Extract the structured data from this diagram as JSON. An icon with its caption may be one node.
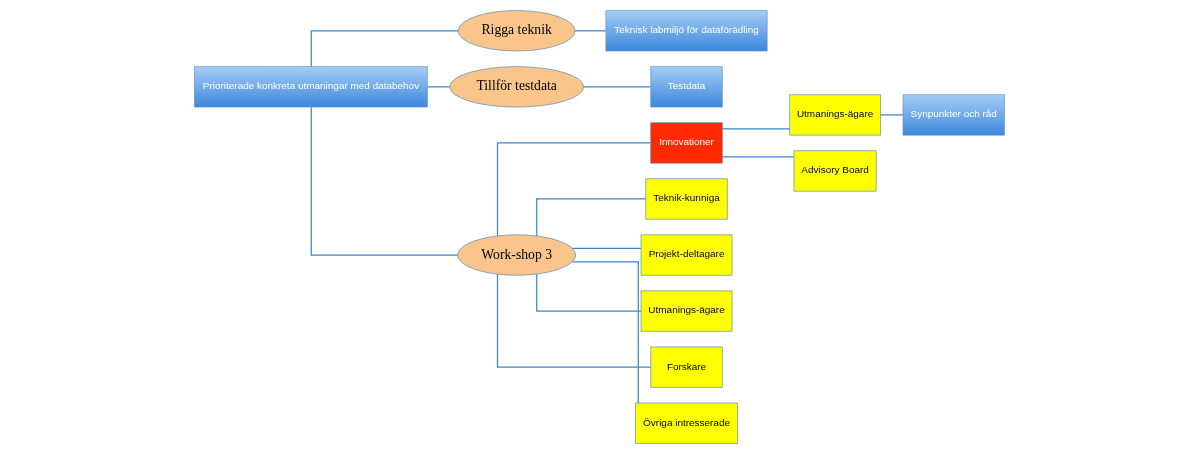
{
  "diagram": {
    "nodes": [
      {
        "text": [
          "Prioriterade konkreta utmaningar med databehov"
        ]
      },
      {
        "text": [
          "Rigga teknik"
        ]
      },
      {
        "text": [
          "Teknisk labmiljö för dataförädling"
        ]
      },
      {
        "text": [
          "Tillför testdata"
        ]
      },
      {
        "text": [
          "Testdata"
        ]
      },
      {
        "text": [
          "Work-shop 3"
        ]
      },
      {
        "text": [
          "Innovationer"
        ]
      },
      {
        "text": [
          "Utmanings-ägare"
        ]
      },
      {
        "text": [
          "Advisory Board"
        ]
      },
      {
        "text": [
          "Synpunkter och råd"
        ]
      },
      {
        "text": [
          "Teknik-kunniga"
        ]
      },
      {
        "text": [
          "Projekt-deltagare"
        ]
      },
      {
        "text": [
          "Utmanings-ägare"
        ]
      },
      {
        "text": [
          "Forskare"
        ]
      },
      {
        "text": [
          "Övriga intresserade"
        ]
      }
    ],
    "edges": [
      {
        "from": 0,
        "to": 1,
        "arrow": "none"
      },
      {
        "from": 0,
        "to": 3,
        "arrow": "none"
      },
      {
        "from": 0,
        "to": 5,
        "arrow": "none"
      },
      {
        "from": 1,
        "to": 2,
        "arrow": "none"
      },
      {
        "from": 3,
        "to": 4,
        "arrow": "none"
      },
      {
        "from": 5,
        "to": 6,
        "arrow": "none"
      },
      {
        "from": 6,
        "to": 7,
        "arrow": "none"
      },
      {
        "from": 6,
        "to": 8,
        "arrow": "none"
      },
      {
        "from": 7,
        "to": 9,
        "arrow": "none"
      },
      {
        "from": 5,
        "to": 10,
        "arrow": "none"
      },
      {
        "from": 5,
        "to": 11,
        "arrow": "none"
      },
      {
        "from": 5,
        "to": 12,
        "arrow": "none"
      },
      {
        "from": 5,
        "to": 13,
        "arrow": "none"
      },
      {
        "from": 5,
        "to": 14,
        "arrow": "none"
      }
    ]
  }
}
